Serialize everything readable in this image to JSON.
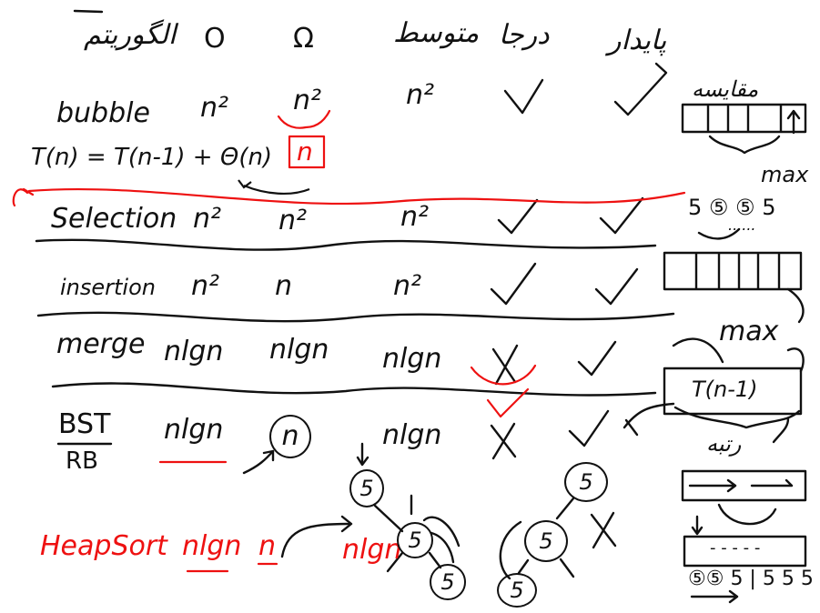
{
  "colors": {
    "ink": "#111111",
    "red_ink": "#e11111",
    "background": "#ffffff"
  },
  "header": {
    "algorithm": "الگوریتم",
    "best": "O",
    "worst": "Ω",
    "average": "متوسط",
    "in_place": "درجا",
    "stable": "پایدار"
  },
  "rows": [
    {
      "name": "bubble",
      "best": "n²",
      "worst": "n²",
      "average": "n²",
      "in_place": "✓",
      "stable": "✓"
    },
    {
      "name": "Selection",
      "best": "n²",
      "worst": "n²",
      "average": "n²",
      "in_place": "✓",
      "stable": "✓"
    },
    {
      "name": "insertion",
      "best": "n²",
      "worst": "n",
      "average": "n²",
      "in_place": "✓",
      "stable": "✓"
    },
    {
      "name": "merge",
      "best": "nlgn",
      "worst": "nlgn",
      "average": "nlgn",
      "in_place": "✗",
      "stable": "✓"
    },
    {
      "name": "BST",
      "name_sub": "RB",
      "best": "nlgn",
      "worst": "n",
      "average": "nlgn",
      "in_place": "✗",
      "stable": "✓"
    },
    {
      "name": "HeapSort",
      "best": "nlgn",
      "worst": "n",
      "average": "nlgn",
      "in_place": "",
      "stable": "✗"
    }
  ],
  "annotations": {
    "bubble_worst_boxed": "n",
    "recurrence": "T(n) = T(n-1) + Θ(n)",
    "bubble_side_label": "مقایسه",
    "max_label_1": "max",
    "selection_side": "5 ⑤ ⑤ 5",
    "selection_dots": "......",
    "max_label_2": "max",
    "merge_box": "T(n-1)",
    "merge_side_label": "رتبه",
    "tree_root_left": "5",
    "tree_mid_left": "5",
    "tree_leaf_left": "5",
    "tree_root_right": "5",
    "tree_mid_right": "5",
    "tree_leaf_right": "5",
    "bottom_array": "⑤⑤ 5 | 5 5 5",
    "bottom_dots": "- - - - -"
  }
}
